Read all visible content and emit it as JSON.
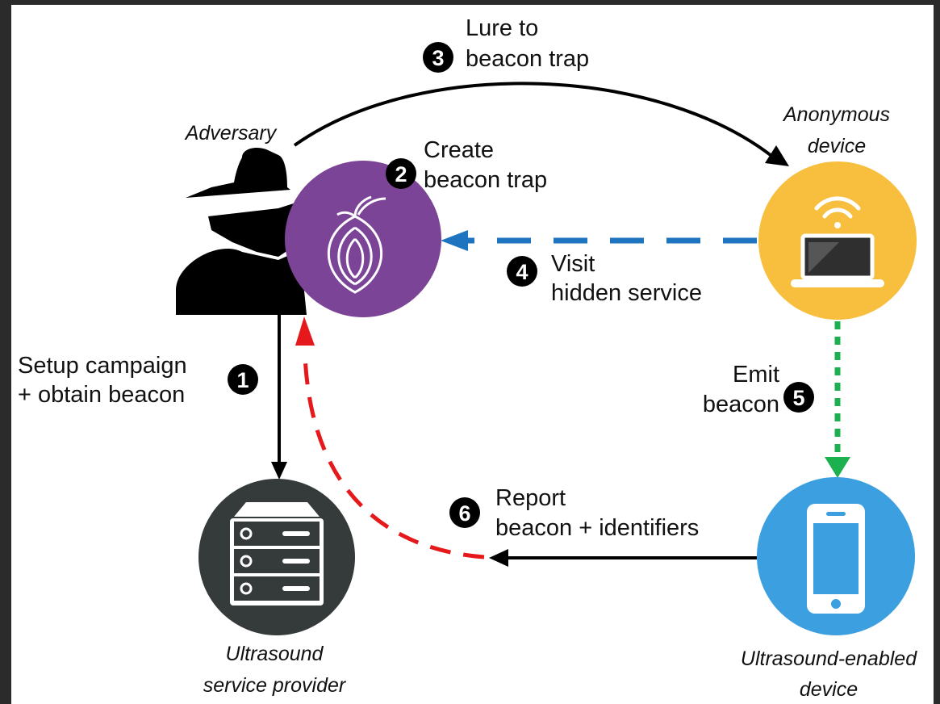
{
  "nodes": {
    "adversary": {
      "label": "Adversary"
    },
    "anonymous_device": {
      "label_line1": "Anonymous",
      "label_line2": "device"
    },
    "ultrasound_provider": {
      "label_line1": "Ultrasound",
      "label_line2": "service provider"
    },
    "ultrasound_device": {
      "label_line1": "Ultrasound-enabled",
      "label_line2": "device"
    }
  },
  "steps": [
    {
      "number": "1",
      "line1": "Setup campaign",
      "line2": "+ obtain beacon"
    },
    {
      "number": "2",
      "line1": "Create",
      "line2": "beacon trap"
    },
    {
      "number": "3",
      "line1": "Lure to",
      "line2": "beacon trap"
    },
    {
      "number": "4",
      "line1": "Visit",
      "line2": "hidden service"
    },
    {
      "number": "5",
      "line1": "Emit",
      "line2": "beacon"
    },
    {
      "number": "6",
      "line1": "Report",
      "line2": "beacon + identifiers"
    }
  ],
  "colors": {
    "tor_purple": "#7b4496",
    "anon_yellow": "#f8bf3e",
    "device_blue": "#3b9fe0",
    "server_dark": "#353a3b",
    "visit_arrow_blue": "#1f74c0",
    "emit_arrow_green": "#1cb04f",
    "report_arrow_red": "#e5191b"
  },
  "icons": [
    "spy-icon",
    "tor-onion-icon",
    "laptop-wifi-icon",
    "server-icon",
    "smartphone-icon"
  ]
}
